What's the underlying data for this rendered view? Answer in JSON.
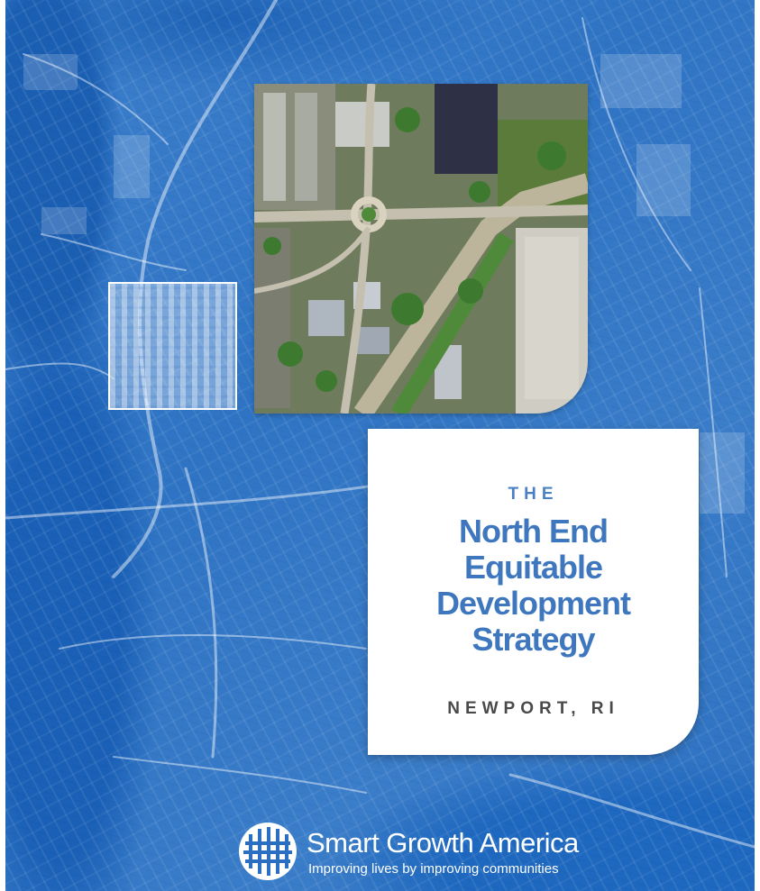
{
  "cover": {
    "title_prefix": "THE",
    "title_lines": [
      "North End",
      "Equitable",
      "Development",
      "Strategy"
    ],
    "location": "NEWPORT, RI"
  },
  "logo": {
    "icon": "smart-growth-america-logo-icon",
    "name": "Smart Growth America",
    "tagline": "Improving lives by improving communities"
  },
  "colors": {
    "map_blue": "#2a6fc1",
    "title_blue": "#3f77bf",
    "location_gray": "#4a4a4a",
    "card_white": "#ffffff"
  }
}
